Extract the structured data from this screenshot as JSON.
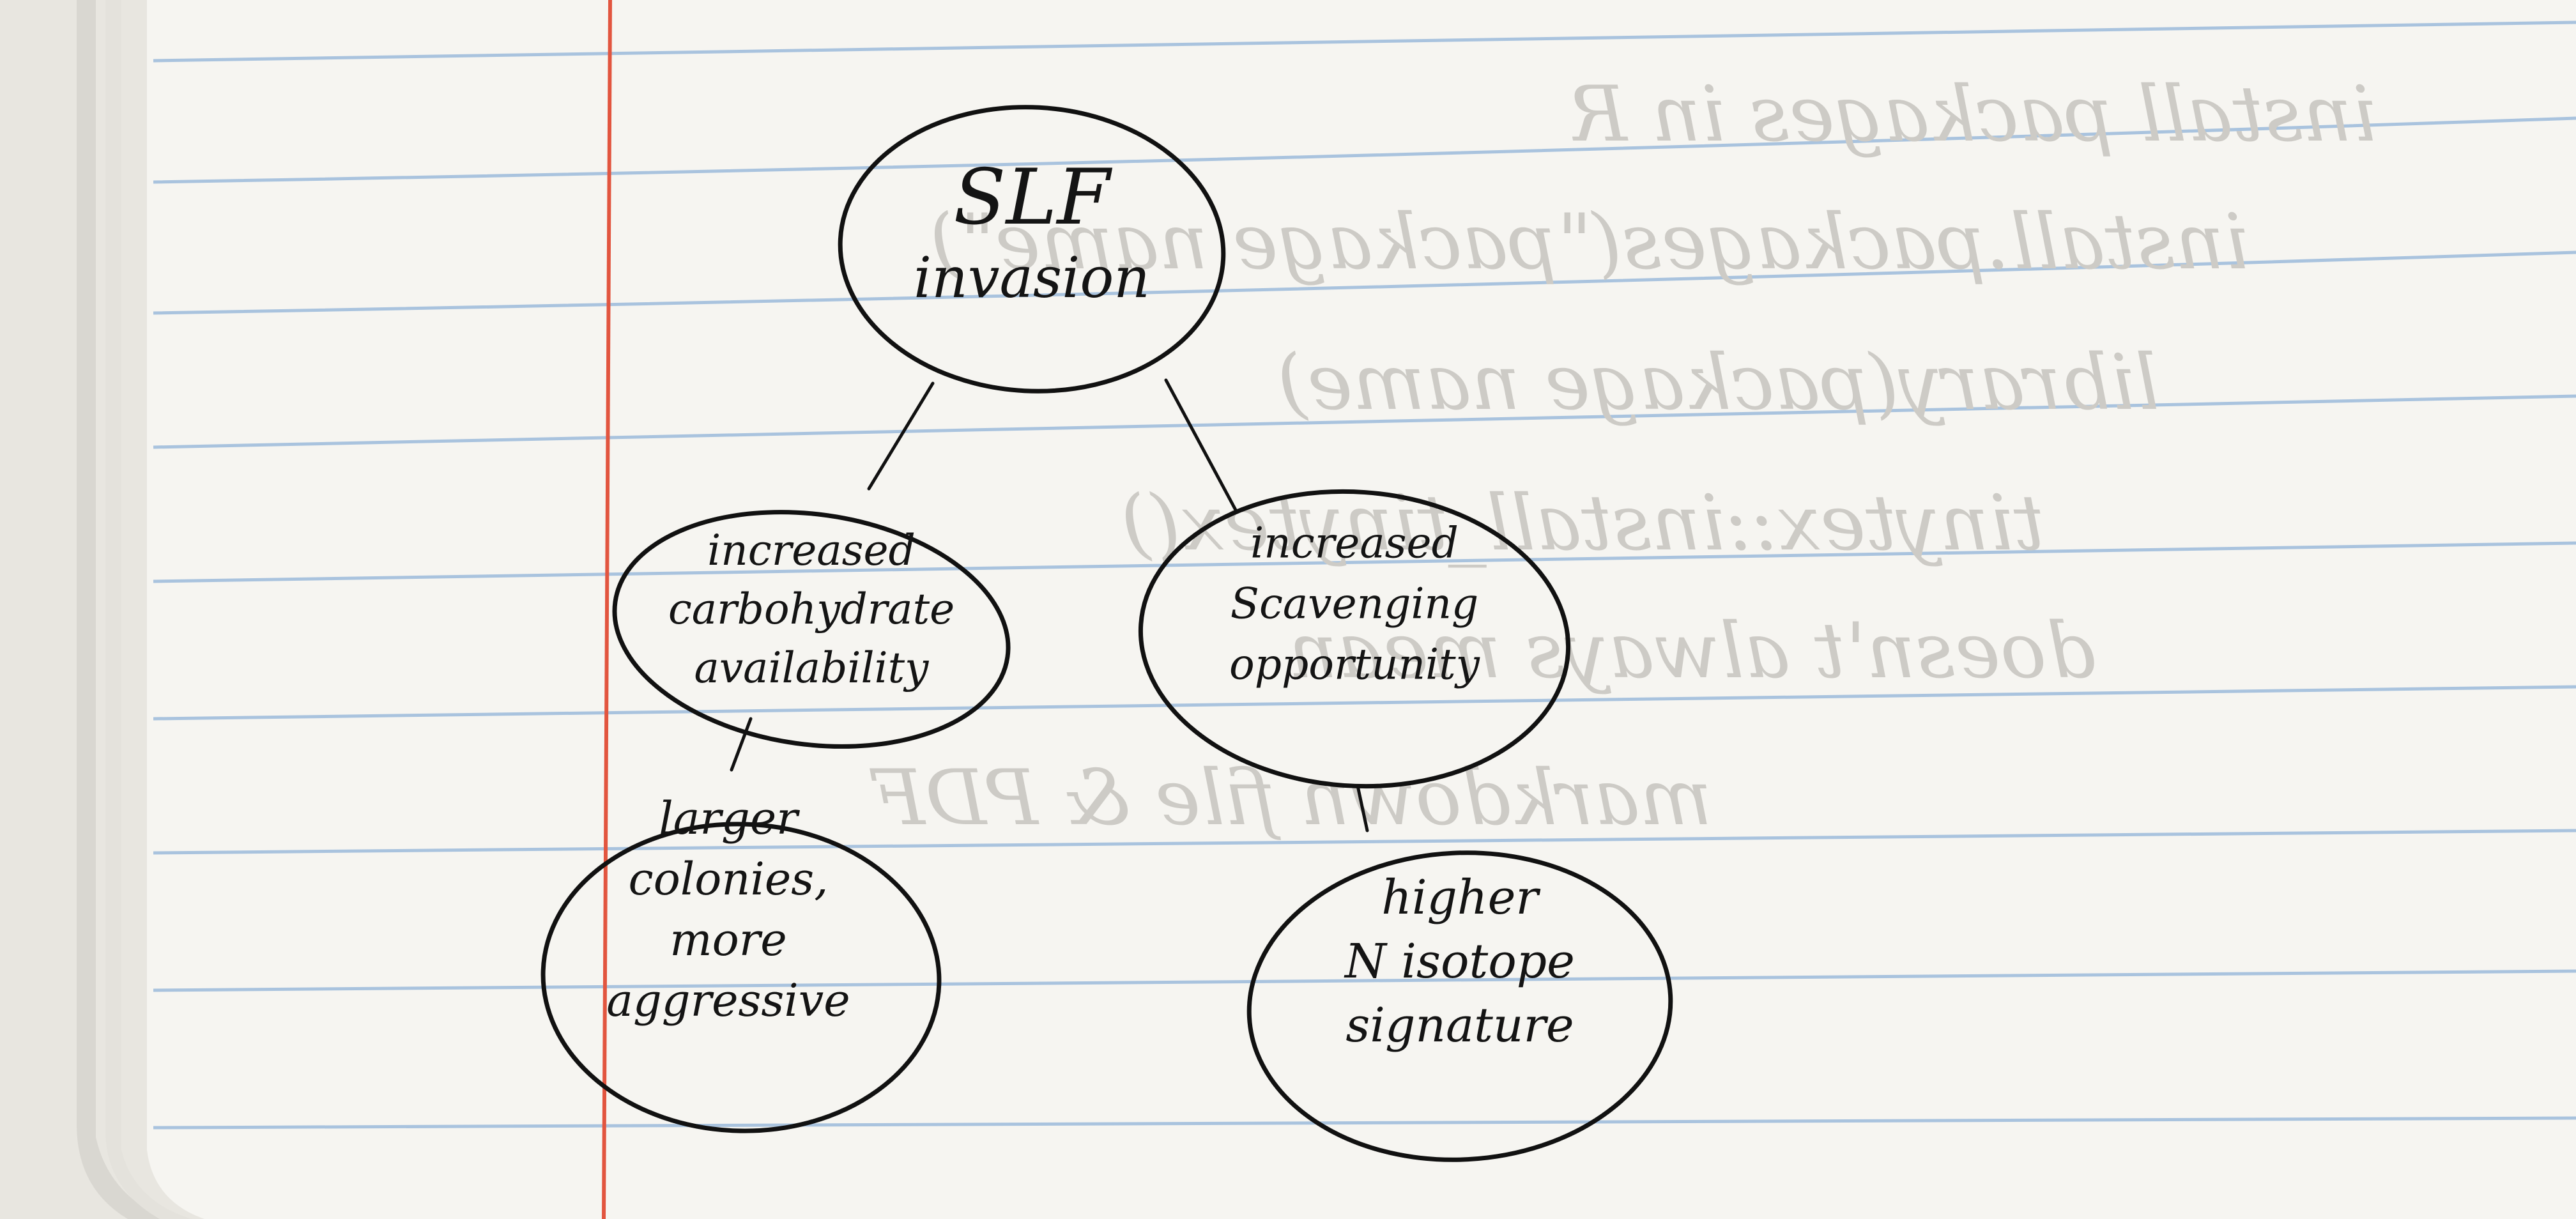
{
  "diagram": {
    "nodes": [
      {
        "id": "slf",
        "lines": [
          "SLF",
          "invasion"
        ]
      },
      {
        "id": "carb",
        "lines": [
          "increased",
          "carbohydrate",
          "availability"
        ]
      },
      {
        "id": "scav",
        "lines": [
          "increased",
          "Scavenging",
          "opportunity"
        ]
      },
      {
        "id": "colonies",
        "lines": [
          "larger",
          "colonies,",
          "more",
          "aggressive"
        ]
      },
      {
        "id": "isotope",
        "lines": [
          "higher",
          "N isotope",
          "signature"
        ]
      }
    ],
    "edges": [
      {
        "from": "slf",
        "to": "carb"
      },
      {
        "from": "slf",
        "to": "scav"
      },
      {
        "from": "carb",
        "to": "colonies"
      },
      {
        "from": "scav",
        "to": "isotope"
      }
    ]
  },
  "bleed_through": [
    "install packages in R",
    "install.packages(\"package name\")",
    "library(package name)",
    "tinytex::install_tinytex()",
    "doesn't always mean",
    "markdown file & PDF"
  ],
  "colors": {
    "paper": "#f6f5f1",
    "rule_line": "#a9c3de",
    "margin_line": "#e2553f",
    "ink": "#111111",
    "background": "#e9e7e1"
  }
}
